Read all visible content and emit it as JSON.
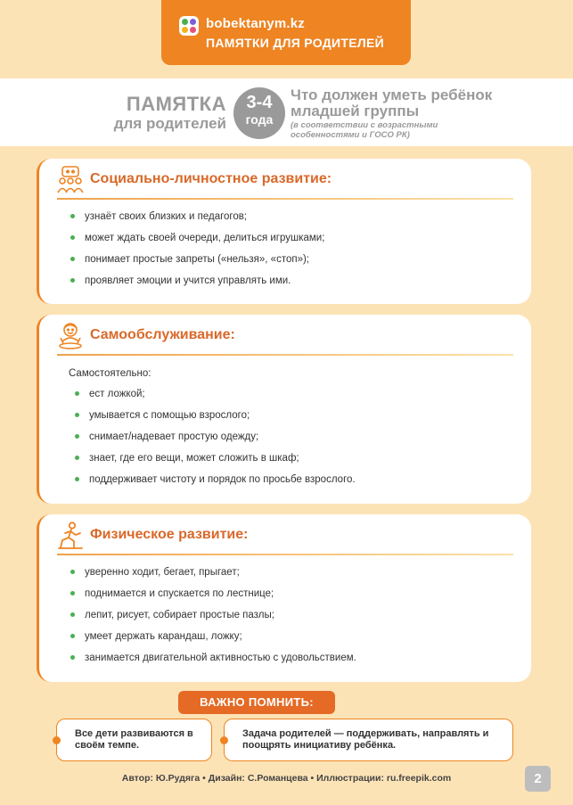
{
  "header": {
    "site_name": "bobektanym.kz",
    "subtitle": "ПАМЯТКИ ДЛЯ РОДИТЕЛЕЙ"
  },
  "title_band": {
    "pamyatka": "ПАМЯТКА",
    "for_parents": "для родителей",
    "age_number": "3-4",
    "age_unit": "года",
    "title": "Что должен уметь ребёнок младшей группы",
    "note": "(в соответствии с возрастными особенностями и ГОСО РК)"
  },
  "sections": [
    {
      "icon": "people-group-icon",
      "title": "Социально-личностное развитие:",
      "intro": "",
      "items": [
        "узнаёт своих близких и педагогов;",
        "может ждать своей очереди, делиться игрушками;",
        "понимает простые запреты («нельзя», «стоп»);",
        "проявляет эмоции и учится управлять ими."
      ]
    },
    {
      "icon": "child-eating-icon",
      "title": "Самообслуживание:",
      "intro": "Самостоятельно:",
      "items": [
        "ест ложкой;",
        "умывается с помощью взрослого;",
        "снимает/надевает простую одежду;",
        "знает, где его вещи, может сложить в шкаф;",
        "поддерживает чистоту и порядок по просьбе взрослого."
      ]
    },
    {
      "icon": "running-child-icon",
      "title": "Физическое развитие:",
      "intro": "",
      "items": [
        "уверенно ходит, бегает, прыгает;",
        "поднимается и спускается по лестнице;",
        "лепит, рисует, собирает простые пазлы;",
        "умеет держать карандаш, ложку;",
        "занимается двигательной активностью с удовольствием."
      ]
    }
  ],
  "important": {
    "badge": "ВАЖНО ПОМНИТЬ:",
    "note_1": "Все дети развиваются в своём темпе.",
    "note_2": "Задача родителей — поддерживать, направлять и поощрять инициативу ребёнка."
  },
  "footer": {
    "credits": "Автор: Ю.Рудяга • Дизайн: С.Романцева • Иллюстрации: ru.freepik.com",
    "page_number": "2"
  },
  "colors": {
    "background": "#fce3b6",
    "accent": "#ee8422",
    "section_title": "#d9692a",
    "bullet": "#4caf50",
    "muted_gray": "#9a9a9a"
  }
}
